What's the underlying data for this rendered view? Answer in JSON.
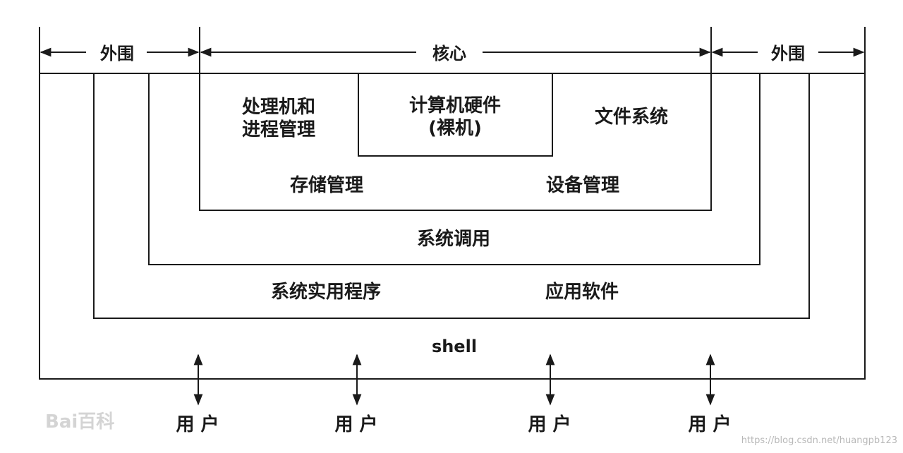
{
  "header": {
    "outer_left": "外围",
    "core": "核心",
    "outer_right": "外围"
  },
  "core": {
    "processor_line1": "处理机和",
    "processor_line2": "进程管理",
    "hardware_line1": "计算机硬件",
    "hardware_line2": "(裸机)",
    "file_system": "文件系统",
    "storage": "存储管理",
    "device": "设备管理"
  },
  "syscall": "系统调用",
  "utilities": "系统实用程序",
  "applications": "应用软件",
  "shell": "shell",
  "users": [
    "用 户",
    "用 户",
    "用 户",
    "用 户"
  ],
  "watermark": {
    "baidu": "Bai百科",
    "url": "https://blog.csdn.net/huangpb123"
  }
}
